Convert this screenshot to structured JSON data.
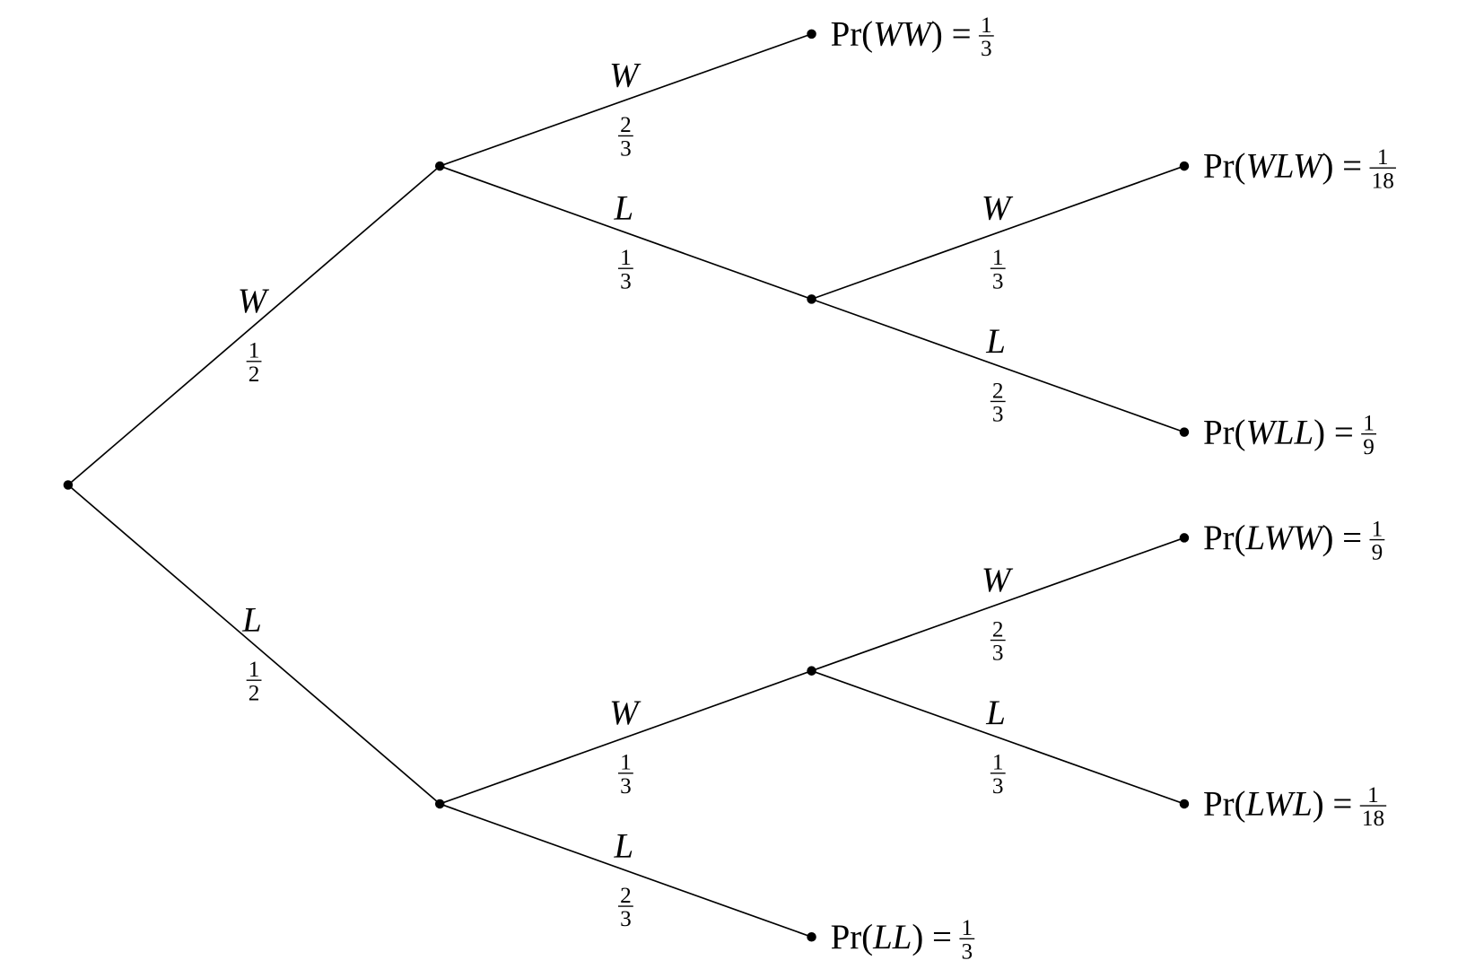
{
  "title": "Probability tree diagram",
  "nodes": {
    "root": {},
    "W": {},
    "L": {},
    "WW": {},
    "WL": {},
    "LW": {},
    "LL": {},
    "WLW": {},
    "WLL": {},
    "LWW": {},
    "LWL": {}
  },
  "edges": [
    {
      "from": "root",
      "to": "W",
      "label": "W",
      "prob": {
        "num": "1",
        "den": "2"
      }
    },
    {
      "from": "root",
      "to": "L",
      "label": "L",
      "prob": {
        "num": "1",
        "den": "2"
      }
    },
    {
      "from": "W",
      "to": "WW",
      "label": "W",
      "prob": {
        "num": "2",
        "den": "3"
      }
    },
    {
      "from": "W",
      "to": "WL",
      "label": "L",
      "prob": {
        "num": "1",
        "den": "3"
      }
    },
    {
      "from": "WL",
      "to": "WLW",
      "label": "W",
      "prob": {
        "num": "1",
        "den": "3"
      }
    },
    {
      "from": "WL",
      "to": "WLL",
      "label": "L",
      "prob": {
        "num": "2",
        "den": "3"
      }
    },
    {
      "from": "L",
      "to": "LW",
      "label": "W",
      "prob": {
        "num": "1",
        "den": "3"
      }
    },
    {
      "from": "L",
      "to": "LL",
      "label": "L",
      "prob": {
        "num": "2",
        "den": "3"
      }
    },
    {
      "from": "LW",
      "to": "LWW",
      "label": "W",
      "prob": {
        "num": "2",
        "den": "3"
      }
    },
    {
      "from": "LW",
      "to": "LWL",
      "label": "L",
      "prob": {
        "num": "1",
        "den": "3"
      }
    }
  ],
  "outcomes": [
    {
      "node": "WW",
      "prefix": "Pr(",
      "sequence": "WW",
      "suffix": ") =",
      "prob": {
        "num": "1",
        "den": "3"
      }
    },
    {
      "node": "WLW",
      "prefix": "Pr(",
      "sequence": "WLW",
      "suffix": ") =",
      "prob": {
        "num": "1",
        "den": "18"
      }
    },
    {
      "node": "WLL",
      "prefix": "Pr(",
      "sequence": "WLL",
      "suffix": ") =",
      "prob": {
        "num": "1",
        "den": "9"
      }
    },
    {
      "node": "LWW",
      "prefix": "Pr(",
      "sequence": "LWW",
      "suffix": ") =",
      "prob": {
        "num": "1",
        "den": "9"
      }
    },
    {
      "node": "LWL",
      "prefix": "Pr(",
      "sequence": "LWL",
      "suffix": ") =",
      "prob": {
        "num": "1",
        "den": "18"
      }
    },
    {
      "node": "LL",
      "prefix": "Pr(",
      "sequence": "LL",
      "suffix": ") =",
      "prob": {
        "num": "1",
        "den": "3"
      }
    }
  ]
}
